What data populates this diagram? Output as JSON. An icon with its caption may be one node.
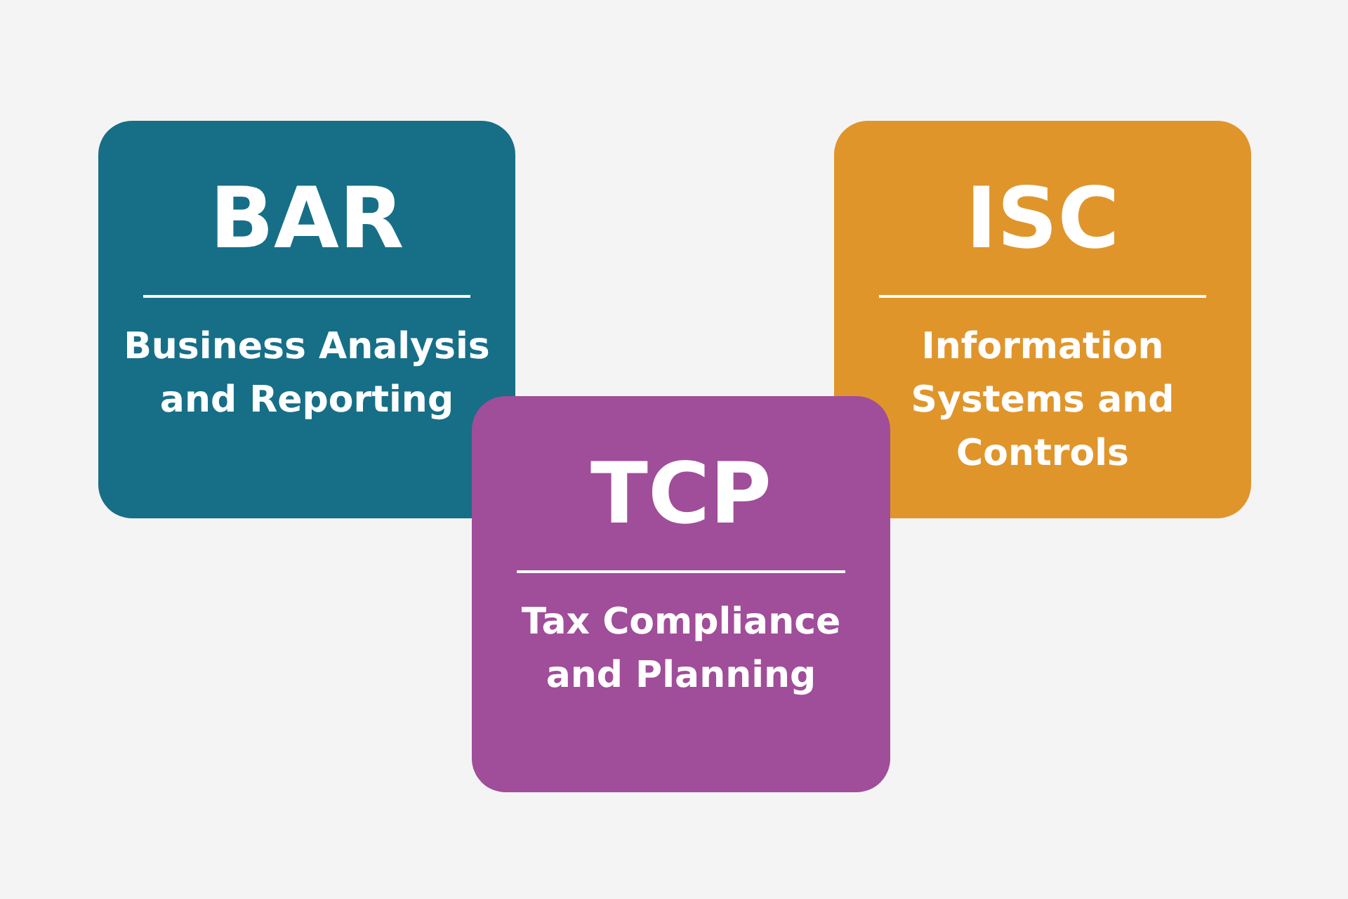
{
  "diagram": {
    "nodes": [
      {
        "text": [
          "BAR",
          "Business Analysis and Reporting"
        ]
      },
      {
        "text": [
          "ISC",
          "Information Systems and Controls"
        ]
      },
      {
        "text": [
          "TCP",
          "Tax Compliance and Planning"
        ]
      }
    ]
  }
}
